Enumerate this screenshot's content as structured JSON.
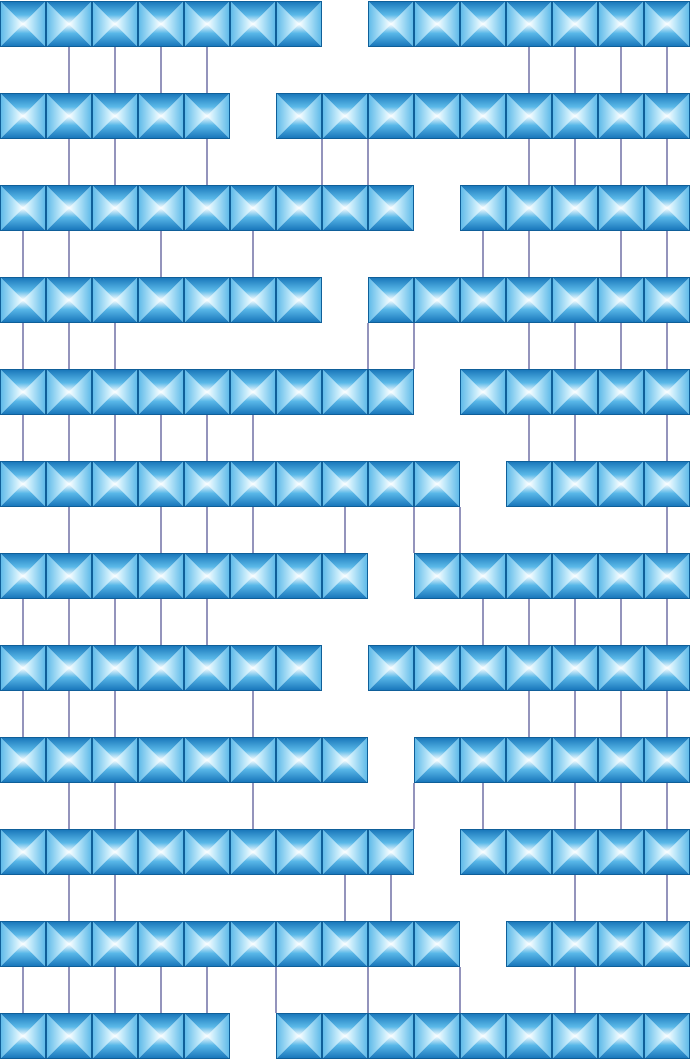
{
  "diagram": {
    "tile_colors": {
      "edge": "#1573b8",
      "mid": "#5ab8e8",
      "light": "#c8ecfb",
      "center": "#ffffff"
    },
    "line_color": "#2a2a7a",
    "rows": [
      {
        "segments": [
          [
            0,
            7
          ],
          [
            8,
            15
          ]
        ]
      },
      {
        "segments": [
          [
            0,
            5
          ],
          [
            6,
            15
          ]
        ]
      },
      {
        "segments": [
          [
            0,
            9
          ],
          [
            10,
            15
          ]
        ]
      },
      {
        "segments": [
          [
            0,
            7
          ],
          [
            8,
            15
          ]
        ]
      },
      {
        "segments": [
          [
            0,
            9
          ],
          [
            10,
            15
          ]
        ]
      },
      {
        "segments": [
          [
            0,
            10
          ],
          [
            11,
            15
          ]
        ]
      },
      {
        "segments": [
          [
            0,
            8
          ],
          [
            9,
            15
          ]
        ]
      },
      {
        "segments": [
          [
            0,
            7
          ],
          [
            8,
            15
          ]
        ]
      },
      {
        "segments": [
          [
            0,
            8
          ],
          [
            9,
            15
          ]
        ]
      },
      {
        "segments": [
          [
            0,
            9
          ],
          [
            10,
            15
          ]
        ]
      },
      {
        "segments": [
          [
            0,
            10
          ],
          [
            11,
            15
          ]
        ]
      },
      {
        "segments": [
          [
            0,
            5
          ],
          [
            6,
            15
          ]
        ]
      }
    ],
    "links": [
      {
        "from_row": 0,
        "to_row": 1,
        "pairs": [
          [
            1,
            1
          ],
          [
            2,
            2
          ],
          [
            3,
            3
          ],
          [
            4,
            4
          ],
          [
            11,
            11
          ],
          [
            12,
            12
          ],
          [
            13,
            13
          ],
          [
            14,
            14
          ]
        ]
      },
      {
        "from_row": 1,
        "to_row": 2,
        "pairs": [
          [
            1,
            1
          ],
          [
            2,
            2
          ],
          [
            4,
            4
          ],
          [
            7,
            6
          ],
          [
            8,
            7
          ],
          [
            11,
            11
          ],
          [
            12,
            12
          ],
          [
            13,
            13
          ],
          [
            14,
            14
          ]
        ]
      },
      {
        "from_row": 2,
        "to_row": 3,
        "pairs": [
          [
            0,
            0
          ],
          [
            1,
            1
          ],
          [
            3,
            3
          ],
          [
            5,
            5
          ],
          [
            10,
            10
          ],
          [
            11,
            11
          ],
          [
            13,
            13
          ],
          [
            14,
            14
          ]
        ]
      },
      {
        "from_row": 3,
        "to_row": 4,
        "pairs": [
          [
            0,
            0
          ],
          [
            1,
            1
          ],
          [
            2,
            2
          ],
          [
            8,
            7
          ],
          [
            9,
            8
          ],
          [
            11,
            11
          ],
          [
            12,
            12
          ],
          [
            13,
            13
          ],
          [
            14,
            14
          ]
        ]
      },
      {
        "from_row": 4,
        "to_row": 5,
        "pairs": [
          [
            0,
            0
          ],
          [
            1,
            1
          ],
          [
            2,
            2
          ],
          [
            3,
            3
          ],
          [
            4,
            4
          ],
          [
            5,
            5
          ],
          [
            11,
            11
          ],
          [
            12,
            12
          ],
          [
            14,
            14
          ]
        ]
      },
      {
        "from_row": 5,
        "to_row": 6,
        "pairs": [
          [
            1,
            1
          ],
          [
            3,
            3
          ],
          [
            4,
            4
          ],
          [
            5,
            5
          ],
          [
            7,
            7
          ],
          [
            8,
            9
          ],
          [
            9,
            10
          ],
          [
            14,
            14
          ]
        ]
      },
      {
        "from_row": 6,
        "to_row": 7,
        "pairs": [
          [
            0,
            0
          ],
          [
            1,
            1
          ],
          [
            2,
            2
          ],
          [
            3,
            3
          ],
          [
            4,
            4
          ],
          [
            10,
            10
          ],
          [
            11,
            11
          ],
          [
            12,
            12
          ],
          [
            13,
            13
          ],
          [
            14,
            14
          ]
        ]
      },
      {
        "from_row": 7,
        "to_row": 8,
        "pairs": [
          [
            0,
            0
          ],
          [
            1,
            1
          ],
          [
            2,
            2
          ],
          [
            5,
            5
          ],
          [
            11,
            11
          ],
          [
            12,
            12
          ],
          [
            13,
            13
          ],
          [
            14,
            14
          ]
        ]
      },
      {
        "from_row": 8,
        "to_row": 9,
        "pairs": [
          [
            1,
            1
          ],
          [
            2,
            2
          ],
          [
            5,
            5
          ],
          [
            9,
            8
          ],
          [
            10,
            10
          ],
          [
            12,
            12
          ],
          [
            13,
            13
          ],
          [
            14,
            14
          ]
        ]
      },
      {
        "from_row": 9,
        "to_row": 10,
        "pairs": [
          [
            1,
            1
          ],
          [
            2,
            2
          ],
          [
            7,
            7
          ],
          [
            8,
            8
          ],
          [
            12,
            12
          ],
          [
            14,
            14
          ]
        ]
      },
      {
        "from_row": 10,
        "to_row": 11,
        "pairs": [
          [
            0,
            0
          ],
          [
            1,
            1
          ],
          [
            2,
            2
          ],
          [
            3,
            3
          ],
          [
            4,
            4
          ],
          [
            5,
            6
          ],
          [
            7,
            8
          ],
          [
            9,
            10
          ],
          [
            12,
            12
          ]
        ]
      }
    ]
  }
}
